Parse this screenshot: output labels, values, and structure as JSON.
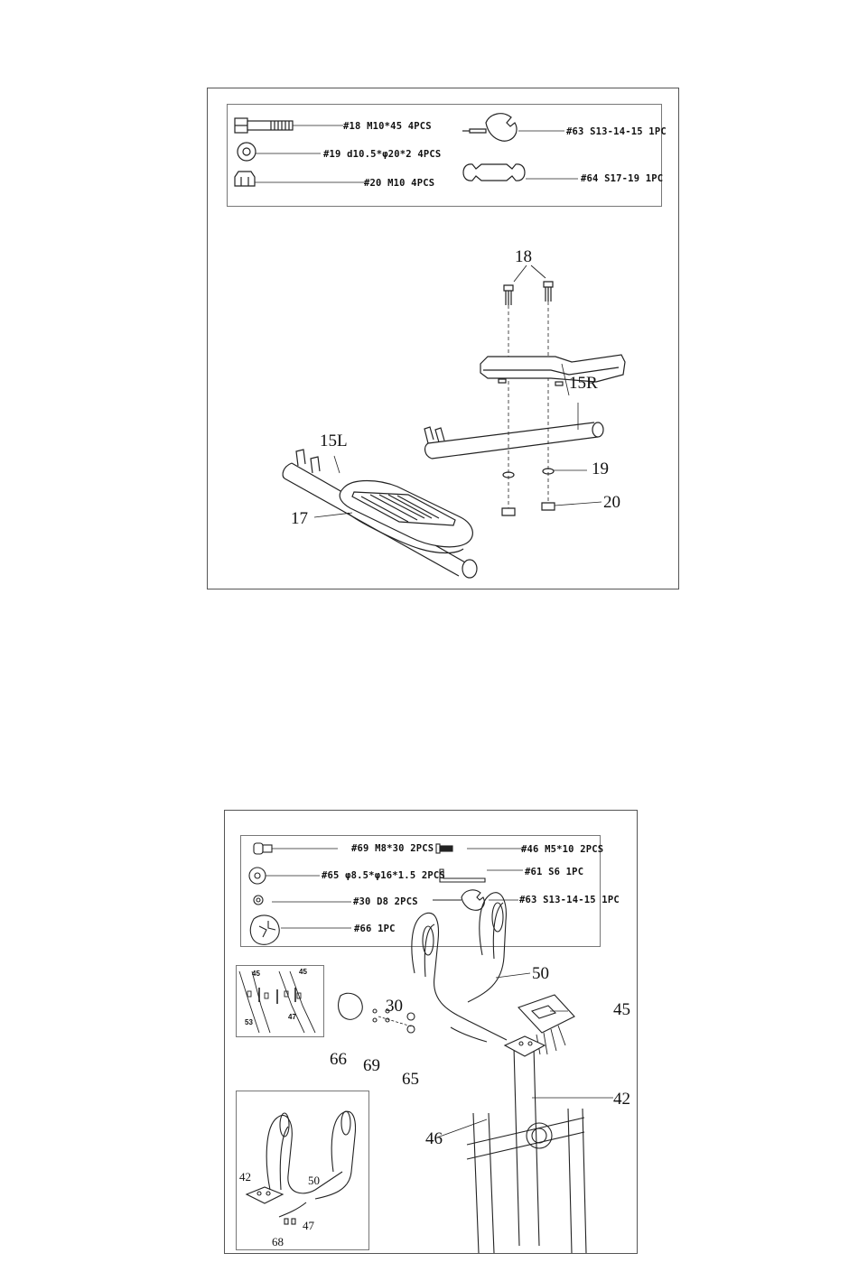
{
  "step1": {
    "hardware": [
      {
        "code": "#18 M10*45 4PCS",
        "icon": "bolt-icon"
      },
      {
        "code": "#19 d10.5*φ20*2 4PCS",
        "icon": "washer-icon"
      },
      {
        "code": "#20 M10 4PCS",
        "icon": "nut-icon"
      },
      {
        "code": "#63 S13-14-15 1PC",
        "icon": "wrench-screwdriver-icon"
      },
      {
        "code": "#64 S17-19 1PC",
        "icon": "wrench-icon"
      }
    ],
    "callouts": {
      "p18": "18",
      "p15r": "15R",
      "p15l": "15L",
      "p19": "19",
      "p17": "17",
      "p20": "20"
    }
  },
  "step2": {
    "hardware": [
      {
        "code": "#69 M8*30 2PCS",
        "icon": "bolt-icon"
      },
      {
        "code": "#46 M5*10 2PCS",
        "icon": "screw-icon"
      },
      {
        "code": "#65 φ8.5*φ16*1.5 2PCS",
        "icon": "washer-icon"
      },
      {
        "code": "#61 S6 1PC",
        "icon": "allen-key-icon"
      },
      {
        "code": "#30 D8 2PCS",
        "icon": "spring-washer-icon"
      },
      {
        "code": "#63 S13-14-15 1PC",
        "icon": "wrench-screwdriver-icon"
      },
      {
        "code": "#66 1PC",
        "icon": "cover-icon"
      }
    ],
    "callouts": {
      "p50": "50",
      "p45": "45",
      "p30": "30",
      "p66": "66",
      "p69": "69",
      "p65": "65",
      "p42": "42",
      "p46": "46"
    },
    "inset_wiring": {
      "l45a": "45",
      "l45b": "45",
      "l53": "53",
      "l47": "47"
    },
    "inset_handlebar": {
      "l42": "42",
      "l50": "50",
      "l47": "47",
      "l68": "68"
    }
  }
}
